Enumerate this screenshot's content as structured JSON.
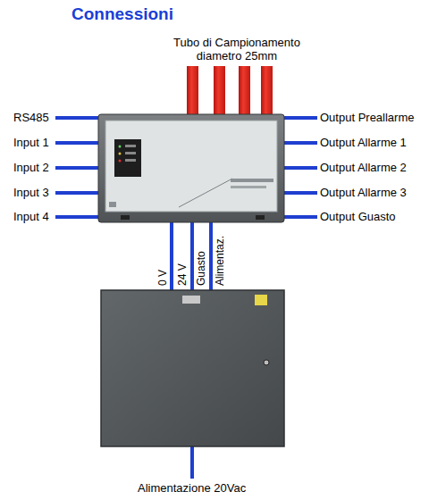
{
  "diagram": {
    "title": "Connessioni",
    "labels": [
      "Tubo di Campionamento diametro 25mm",
      "RS485",
      "Input 1",
      "Input 2",
      "Input 3",
      "Input 4",
      "Output Preallarme",
      "Output Allarme 1",
      "Output Allarme 2",
      "Output Allarme 3",
      "Output Guasto",
      "0 V",
      "24 V",
      "Guasto",
      "Alimentaz.",
      "Alimentazione 20Vac"
    ]
  }
}
